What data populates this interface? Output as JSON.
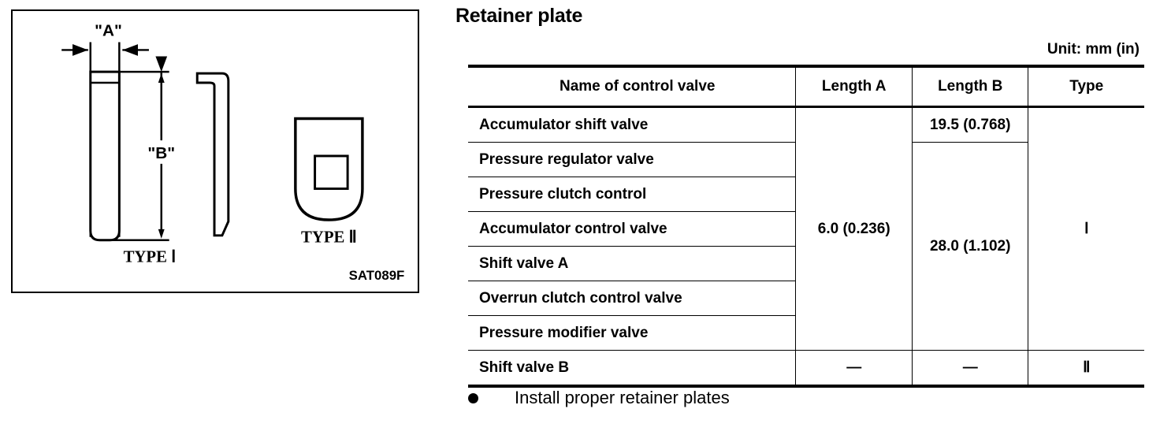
{
  "figure": {
    "label_a": "\"A\"",
    "label_b": "\"B\"",
    "type_one_caption": "TYPE Ⅰ",
    "type_two_caption": "TYPE Ⅱ",
    "figure_id": "SAT089F"
  },
  "header": {
    "title": "Retainer plate",
    "unit_note": "Unit: mm (in)"
  },
  "table": {
    "columns": [
      "Name of control valve",
      "Length A",
      "Length B",
      "Type"
    ],
    "rows": [
      {
        "name": "Accumulator shift valve",
        "length_a": "6.0 (0.236)",
        "length_b": "19.5 (0.768)",
        "type": "Ⅰ"
      },
      {
        "name": "Pressure regulator valve",
        "length_a": "",
        "length_b": "28.0 (1.102)",
        "type": ""
      },
      {
        "name": "Pressure clutch control",
        "length_a": "",
        "length_b": "",
        "type": ""
      },
      {
        "name": "Accumulator control valve",
        "length_a": "",
        "length_b": "",
        "type": ""
      },
      {
        "name": "Shift valve A",
        "length_a": "",
        "length_b": "",
        "type": ""
      },
      {
        "name": "Overrun clutch control valve",
        "length_a": "",
        "length_b": "",
        "type": ""
      },
      {
        "name": "Pressure modifier valve",
        "length_a": "",
        "length_b": "",
        "type": ""
      },
      {
        "name": "Shift valve B",
        "length_a": "—",
        "length_b": "—",
        "type": "Ⅱ"
      }
    ],
    "merged_cells": {
      "length_a_group_value": "6.0 (0.236)",
      "length_a_group_rows": 7,
      "length_b_first_value": "19.5 (0.768)",
      "length_b_group_value": "28.0 (1.102)",
      "length_b_group_rows": 6,
      "type_group_value": "Ⅰ",
      "type_group_rows": 7
    }
  },
  "notes": {
    "install_text": "Install proper retainer plates"
  },
  "colors": {
    "ink": "#000000",
    "paper": "#ffffff"
  }
}
